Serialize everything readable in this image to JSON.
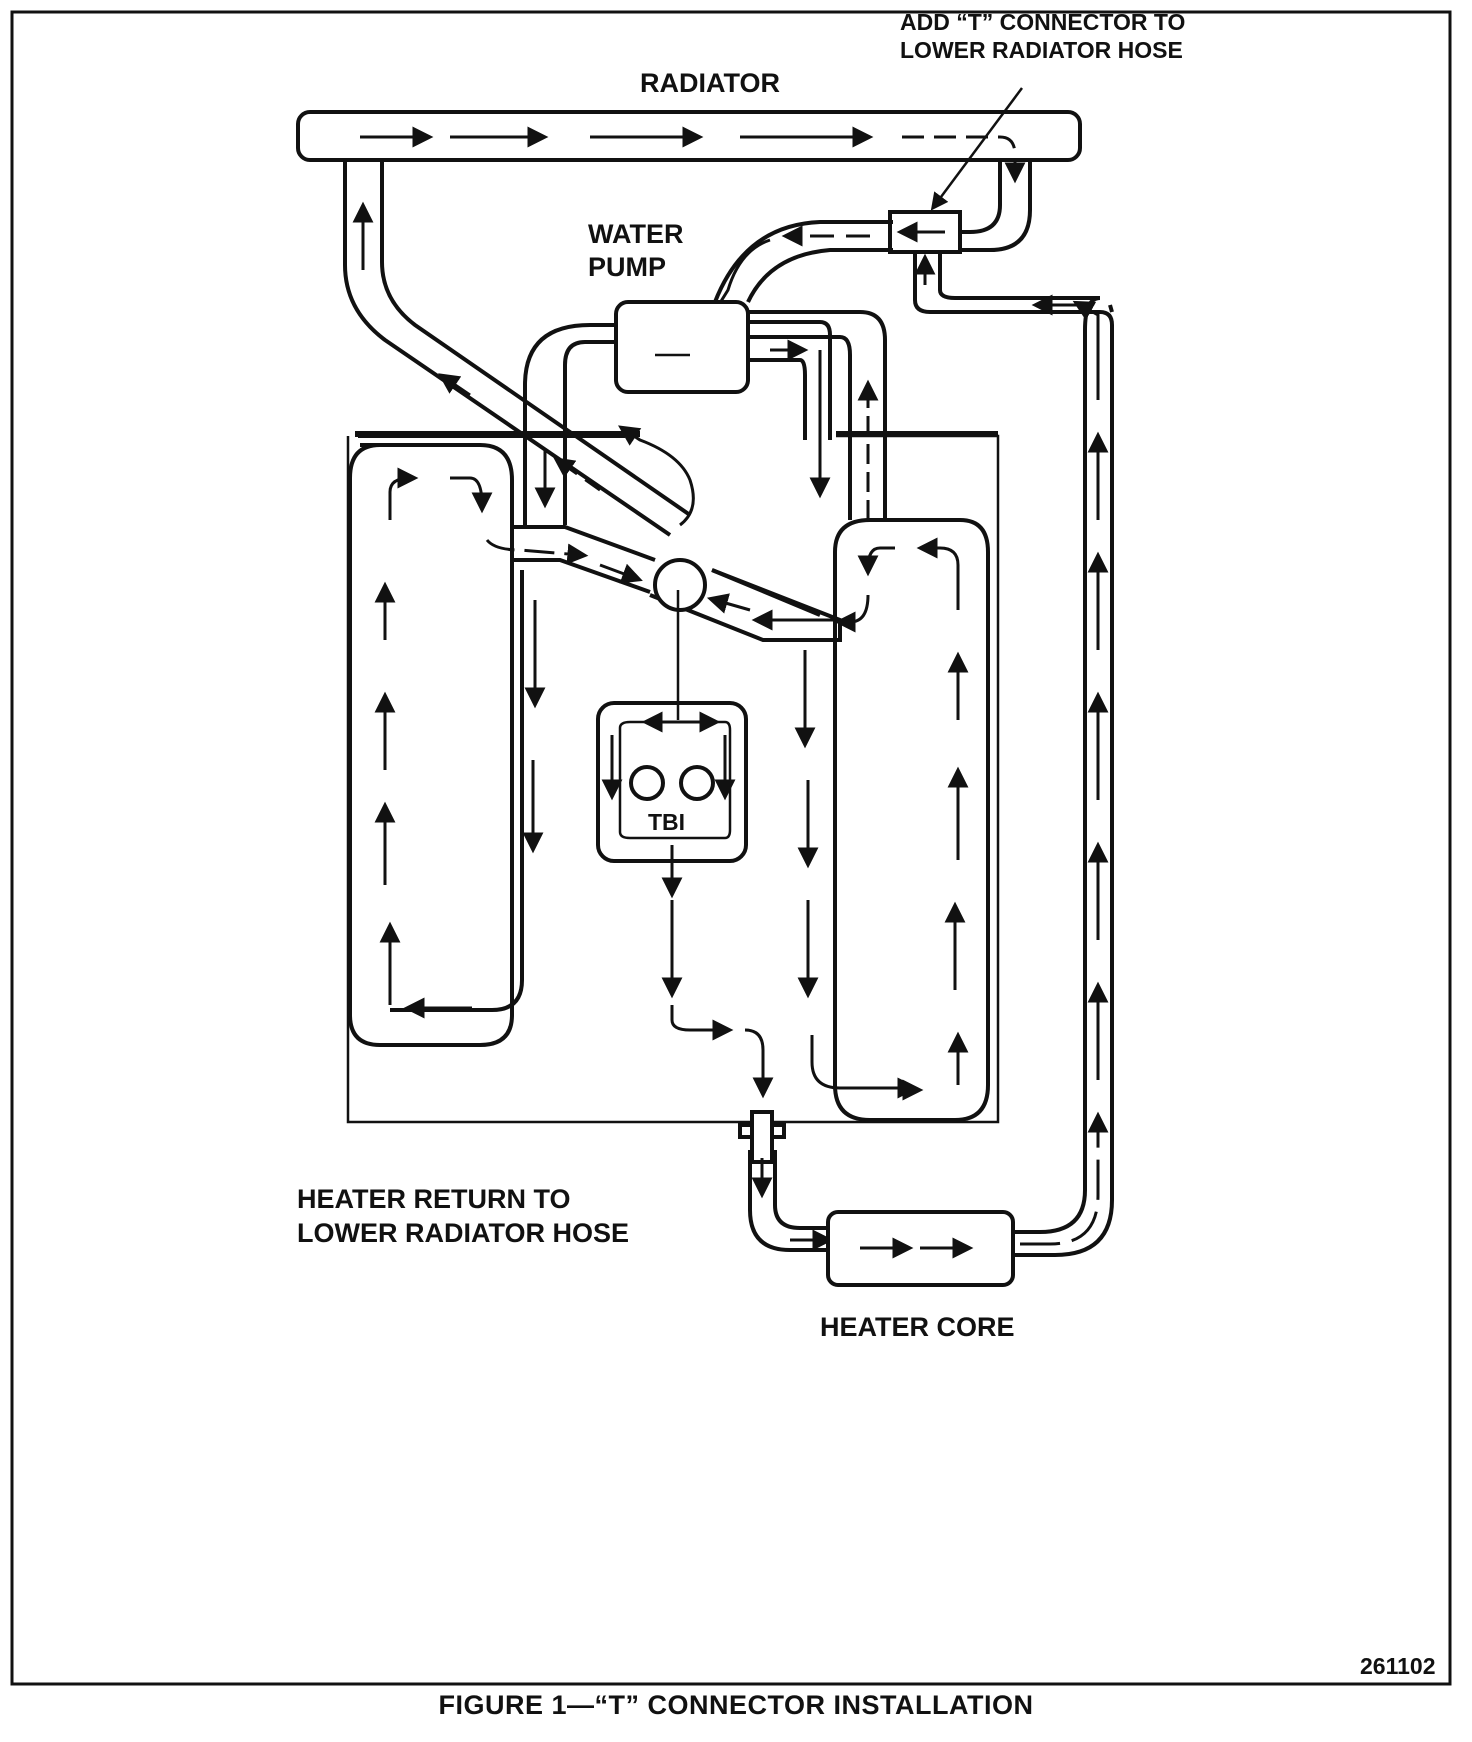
{
  "labels": {
    "radiator": "RADIATOR",
    "t_connector_line1": "ADD “T” CONNECTOR TO",
    "t_connector_line2": "LOWER RADIATOR HOSE",
    "water_pump_line1": "WATER",
    "water_pump_line2": "PUMP",
    "tbi": "TBI",
    "heater_return_line1": "HEATER RETURN TO",
    "heater_return_line2": "LOWER RADIATOR HOSE",
    "heater_core": "HEATER CORE",
    "figure_number": "261102"
  },
  "caption": "FIGURE 1—“T” CONNECTOR INSTALLATION",
  "colors": {
    "ink": "#111111",
    "paper": "#ffffff"
  }
}
